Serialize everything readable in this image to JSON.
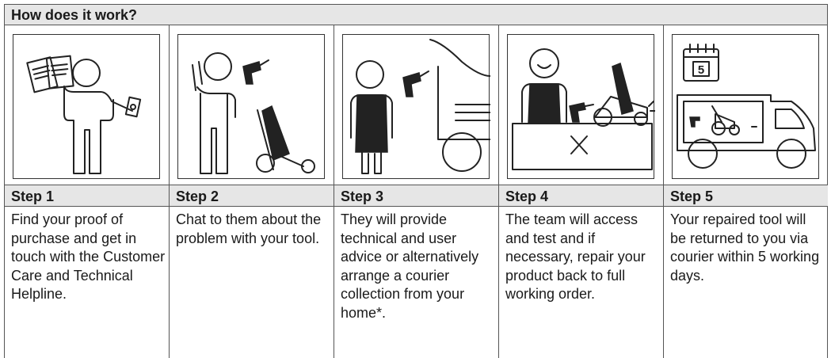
{
  "header": {
    "title": "How does it work?"
  },
  "steps": [
    {
      "label": "Step 1",
      "text": "Find your proof of purchase and get in touch with the Customer Care and Technical Helpline.",
      "illustration": "person-with-documents-and-phone-icon"
    },
    {
      "label": "Step 2",
      "text": "Chat to them about the problem with your tool.",
      "illustration": "person-with-drill-and-mower-icon"
    },
    {
      "label": "Step 3",
      "text": "They will provide technical and user advice or alternatively arrange a courier collection from your home*.",
      "illustration": "technician-with-drill-and-trolley-icon"
    },
    {
      "label": "Step 4",
      "text": "The team will access and test and if necessary, repair your product back to full working order.",
      "illustration": "technician-at-workbench-icon"
    },
    {
      "label": "Step 5",
      "text": "Your repaired tool will be returned to you via courier within 5 working days.",
      "illustration": "calendar-and-delivery-van-icon"
    }
  ],
  "calendar": {
    "day": "5"
  }
}
